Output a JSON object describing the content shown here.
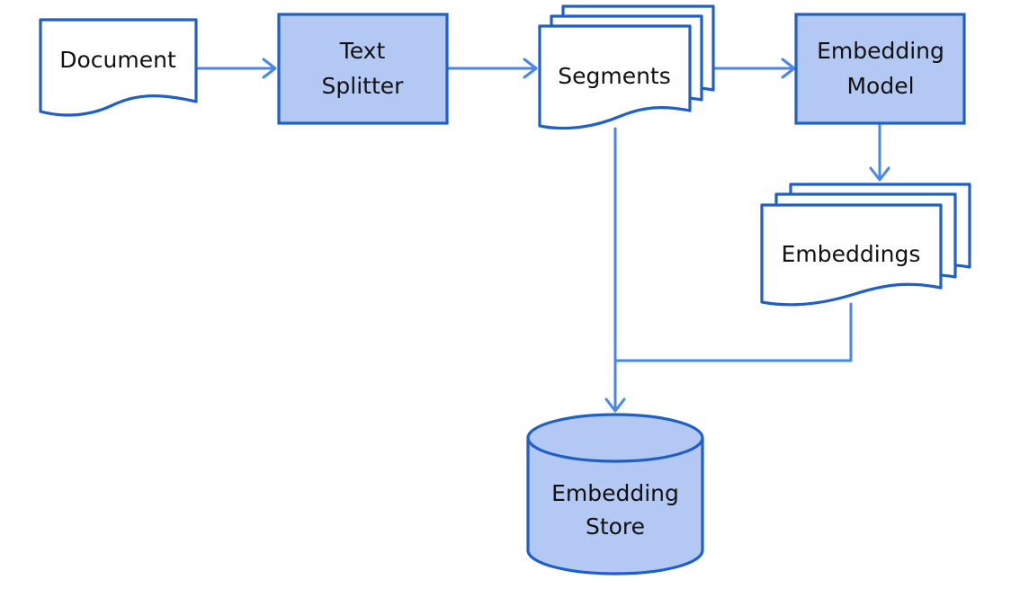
{
  "colors": {
    "accent_stroke": "#1f5fc8",
    "process_fill": "#b4c8f4",
    "connector": "#4a86e8",
    "text": "#111111"
  },
  "nodes": {
    "document": {
      "label": "Document"
    },
    "text_splitter": {
      "line1": "Text",
      "line2": "Splitter"
    },
    "segments": {
      "label": "Segments"
    },
    "embedding_model": {
      "line1": "Embedding",
      "line2": "Model"
    },
    "embeddings": {
      "label": "Embeddings"
    },
    "embedding_store": {
      "line1": "Embedding",
      "line2": "Store"
    }
  }
}
